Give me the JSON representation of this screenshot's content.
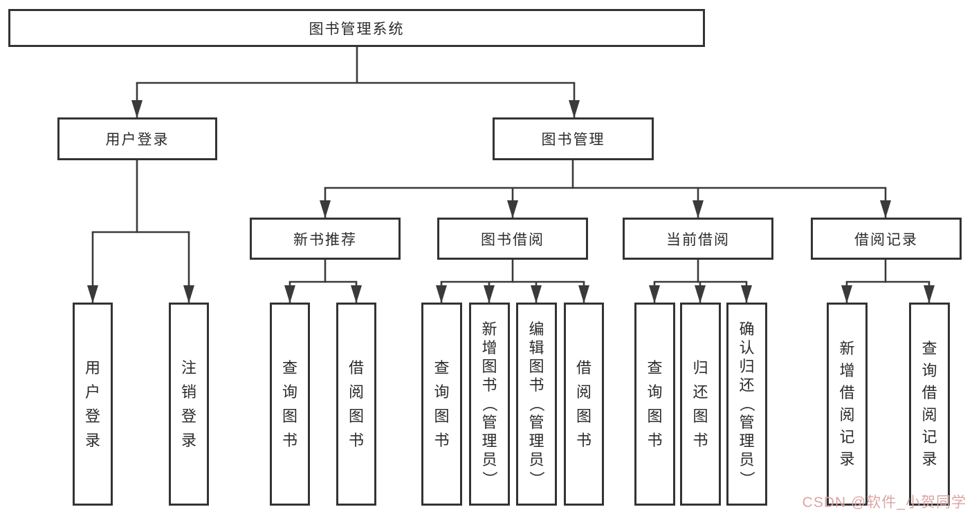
{
  "colors": {
    "line": "#3a3a3a",
    "border": "#333333",
    "text": "#2b2b2b",
    "watermark": "#dda4a4"
  },
  "tree": {
    "root": {
      "label": "图书管理系统"
    },
    "user_branch": {
      "label": "用户登录",
      "leaves": [
        {
          "label": "用户登录"
        },
        {
          "label": "注销登录"
        }
      ]
    },
    "book_branch": {
      "label": "图书管理",
      "groups": [
        {
          "label": "新书推荐",
          "leaves": [
            {
              "label": "查询图书"
            },
            {
              "label": "借阅图书"
            }
          ]
        },
        {
          "label": "图书借阅",
          "leaves": [
            {
              "label": "查询图书"
            },
            {
              "label": "新增图书（管理员）"
            },
            {
              "label": "编辑图书（管理员）"
            },
            {
              "label": "借阅图书"
            }
          ]
        },
        {
          "label": "当前借阅",
          "leaves": [
            {
              "label": "查询图书"
            },
            {
              "label": "归还图书"
            },
            {
              "label": "确认归还（管理员）"
            }
          ]
        },
        {
          "label": "借阅记录",
          "leaves": [
            {
              "label": "新增借阅记录"
            },
            {
              "label": "查询借阅记录"
            }
          ]
        }
      ]
    }
  },
  "watermark": {
    "text": "CSDN @软件_小贺同学"
  }
}
